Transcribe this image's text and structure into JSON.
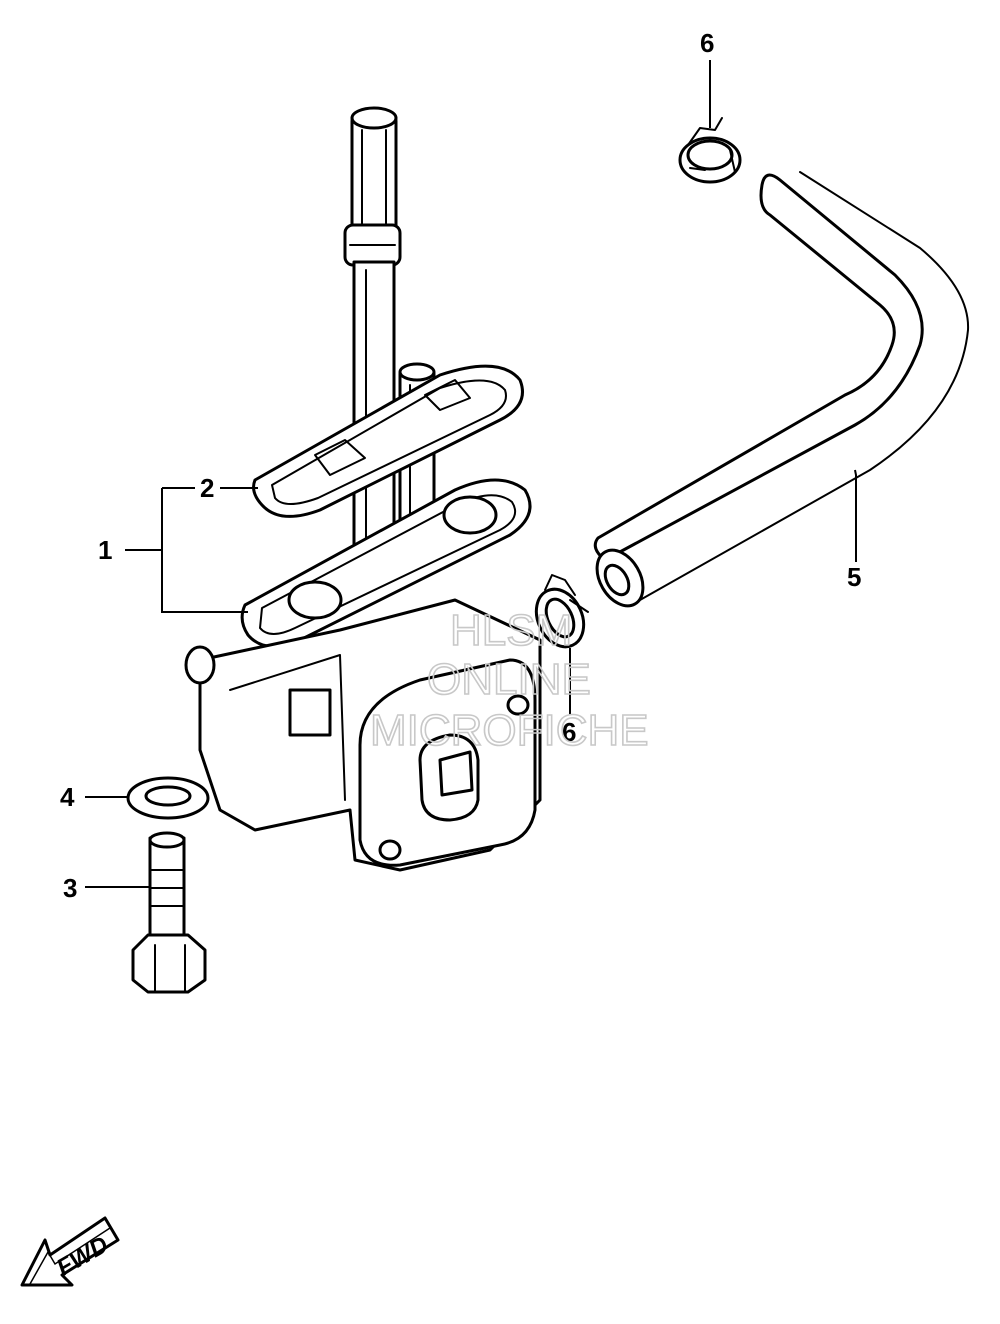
{
  "callouts": {
    "c1": "1",
    "c2": "2",
    "c3": "3",
    "c4": "4",
    "c5": "5",
    "c6_top": "6",
    "c6_bottom": "6"
  },
  "watermark": {
    "line1": "HLSM",
    "line2": "ONLINE",
    "line3": "MICROFICHE"
  },
  "fwd_badge": {
    "label": "FWD"
  },
  "icons": {
    "fwd_arrow": "arrow-down-left-icon"
  }
}
